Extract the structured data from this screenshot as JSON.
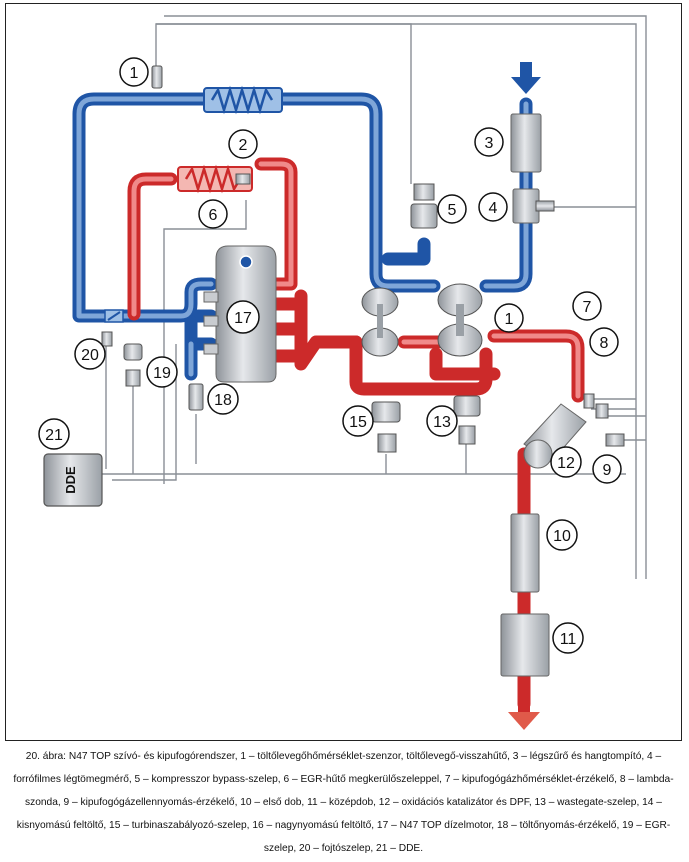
{
  "components": {
    "c1": "1",
    "c2": "2",
    "c3": "3",
    "c4": "4",
    "c5": "5",
    "c6": "6",
    "c7": "7",
    "c8": "8",
    "c9": "9",
    "c10": "10",
    "c11": "11",
    "c12": "12",
    "c13": "13",
    "c15": "15",
    "c17": "17",
    "c18": "18",
    "c19": "19",
    "c20": "20",
    "c21": "21"
  },
  "dde_label": "DDE",
  "colors": {
    "intake": "#1f55a6",
    "intake_light": "#7fa6d8",
    "exhaust": "#cc2a2a",
    "exhaust_light": "#f08a8a",
    "signal_line": "#8a8f96",
    "component_gray": "#b8bcc2"
  },
  "caption": "20. ábra: N47 TOP szívó- és kipufogórendszer, 1 – töltőlevegőhőmérséklet-szenzor, töltőlevegő-visszahűtő, 3 – légszűrő és hangtompító, 4 – forrófilmes légtömegmérő, 5 – kompresszor bypass-szelep, 6 – EGR-hűtő megkerülőszeleppel, 7 – kipufogógázhőmérséklet-érzékelő, 8 – lambda-szonda, 9 – kipufogógázellennyomás-érzékelő, 10 – első dob, 11 – középdob, 12 – oxidációs katalizátor és DPF, 13 – wastegate-szelep, 14 – kisnyomású feltöltő, 15 – turbinaszabályozó-szelep, 16 – nagynyomású feltöltő, 17 – N47 TOP dízelmotor, 18 – töltőnyomás-érzékelő, 19 – EGR-szelep, 20 – fojtószelep, 21 – DDE."
}
